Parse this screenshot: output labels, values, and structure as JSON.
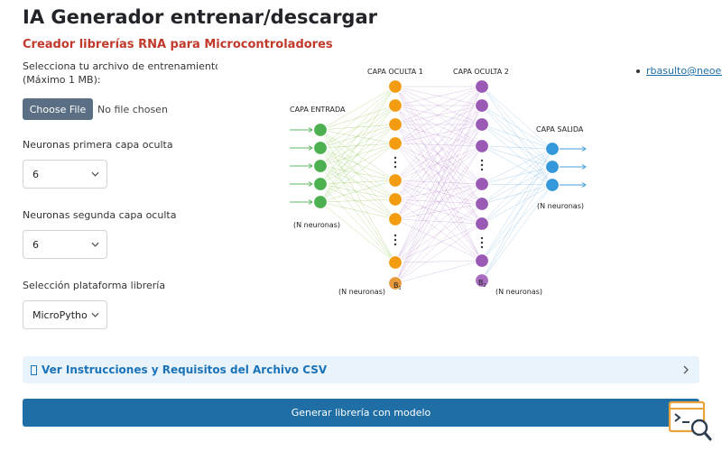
{
  "header": {
    "title": "IA Generador entrenar/descargar",
    "subtitle": "Creador librerías RNA para Microcontroladores"
  },
  "form": {
    "file_label_line1": "Selecciona tu archivo de entrenamiento CSV",
    "file_label_line2": "(Máximo 1 MB):",
    "file_button": "Choose File",
    "file_status": "No file chosen",
    "layer1_label": "Neuronas primera capa oculta",
    "layer1_value": "6",
    "layer2_label": "Neuronas segunda capa oculta",
    "layer2_value": "6",
    "platform_label": "Selección plataforma librería",
    "platform_value": "MicroPython"
  },
  "diagram": {
    "input_title": "CAPA ENTRADA",
    "input_sub": "(N neuronas)",
    "hidden1_title": "CAPA OCULTA 1",
    "hidden1_sub": "(N neuronas)",
    "hidden2_title": "CAPA OCULTA 2",
    "hidden2_sub": "(N neuronas)",
    "output_title": "CAPA SALIDA",
    "output_sub": "(N neuronas)",
    "bias1": "B",
    "bias1_sub": "1",
    "bias2": "B",
    "bias2_sub": "2",
    "colors": {
      "input": "#4caf50",
      "hidden1": "#f39c12",
      "hidden2": "#9b59b6",
      "output": "#3498db"
    }
  },
  "contact": {
    "email": "rbasulto@neoedu"
  },
  "accordion": {
    "label": "Ver Instrucciones y Requisitos del Archivo CSV"
  },
  "actions": {
    "generate": "Generar librería con modelo"
  },
  "icons": {
    "accordion": "chevron-right-icon",
    "help": "terminal-search-icon"
  }
}
